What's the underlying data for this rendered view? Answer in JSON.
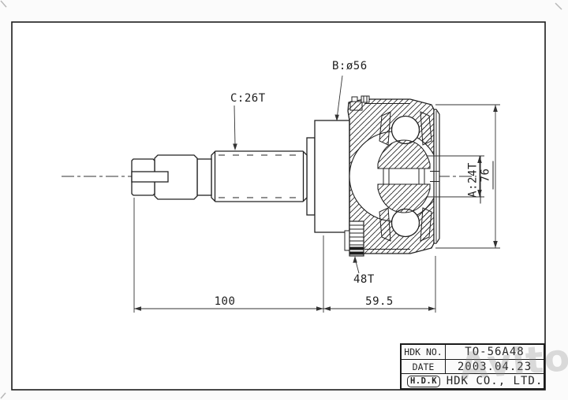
{
  "sheet": {
    "background": "#fbfbfb",
    "line_color": "#222222",
    "border_color": "#1c1c1c",
    "watermark": "Avito"
  },
  "annotations": {
    "outer_diameter": "B:ø56",
    "shaft_spline": "C:26T",
    "inner_spline": "A:24T",
    "abs_ring_teeth": "48T",
    "joint_od": "76",
    "shaft_length": "100",
    "joint_length": "59.5"
  },
  "title_block": {
    "rows": [
      {
        "label": "HDK NO.",
        "value": "TO-56A48"
      },
      {
        "label": "DATE",
        "value": "2003.04.23"
      },
      {
        "label": "H.D.K",
        "value": "HDK CO., LTD."
      }
    ]
  }
}
